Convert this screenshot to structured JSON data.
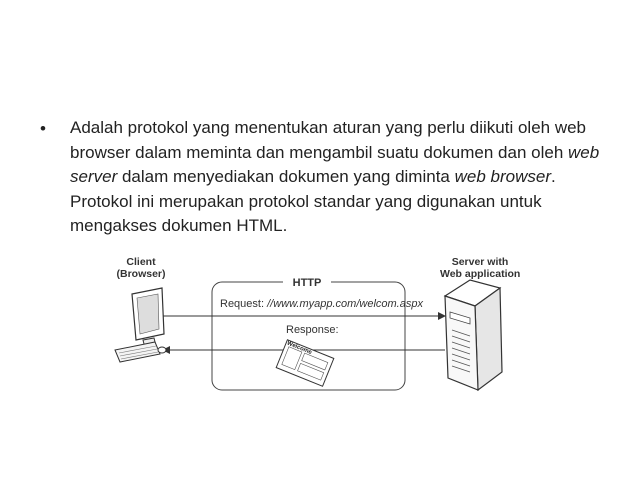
{
  "bullet": {
    "symbol": "•",
    "text_1": "Adalah protokol yang menentukan aturan yang perlu diikuti oleh web browser dalam meminta dan mengambil suatu dokumen dan oleh ",
    "italic_1": "web server",
    "text_2": " dalam menyediakan dokumen yang diminta ",
    "italic_2": "web browser",
    "text_3": ". Protokol ini merupakan protokol standar yang digunakan untuk mengakses dokumen HTML."
  },
  "diagram": {
    "client_label_1": "Client",
    "client_label_2": "(Browser)",
    "server_label_1": "Server with",
    "server_label_2": "Web application",
    "http_label": "HTTP",
    "request_prefix": "Request: ",
    "request_url": "//www.myapp.com/welcom.aspx",
    "response_label": "Response:",
    "doc_label": "Welcome"
  }
}
